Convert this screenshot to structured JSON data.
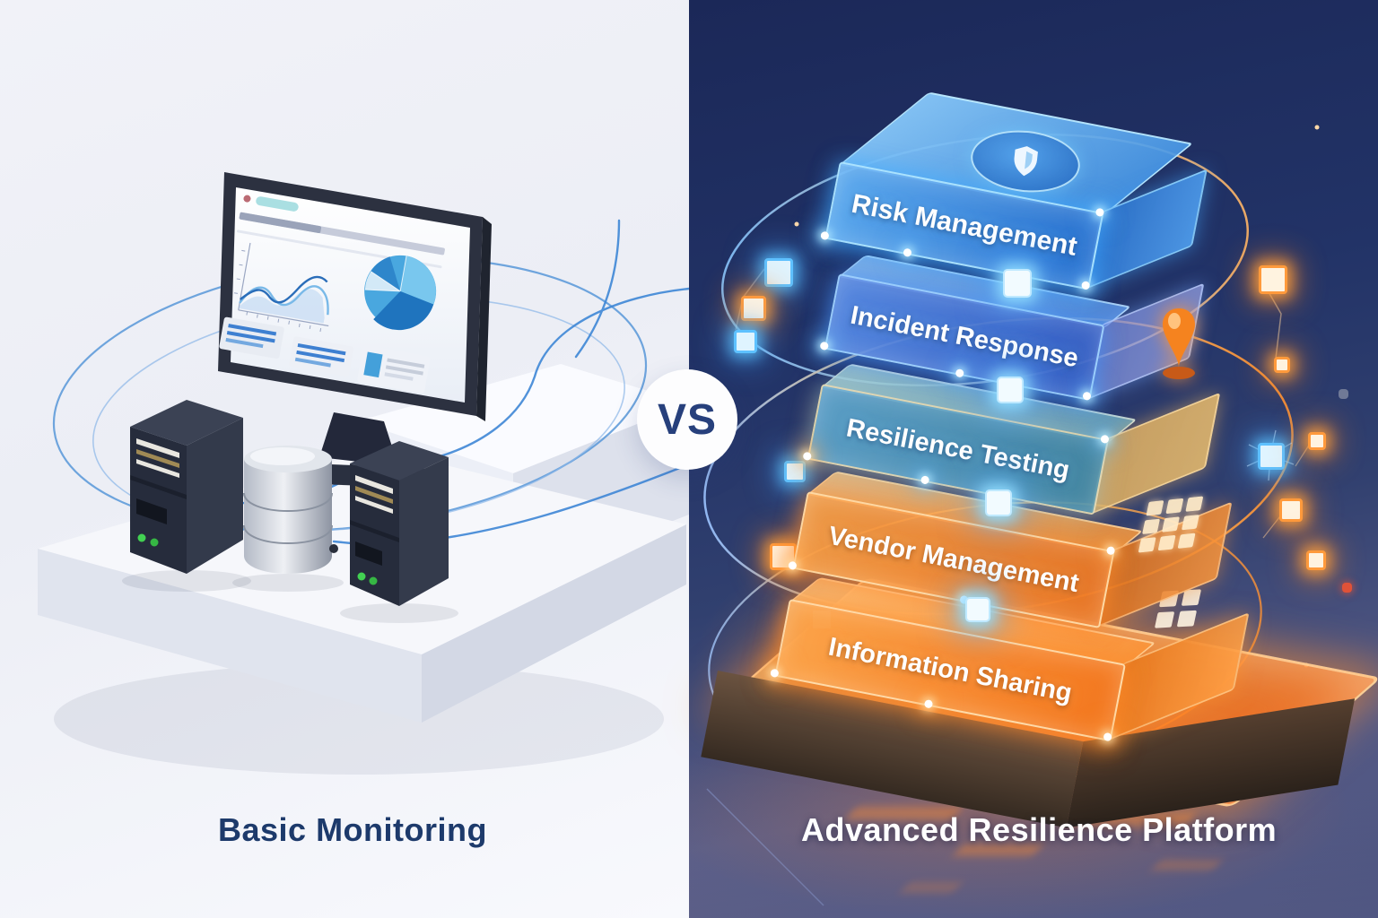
{
  "left": {
    "title": "Basic Monitoring",
    "scene_icons": [
      "monitor-icon",
      "server-icon",
      "database-icon",
      "server-icon"
    ],
    "dashboard_widgets": [
      "line-chart",
      "pie-chart",
      "progress-bar",
      "text-blocks"
    ]
  },
  "vs_label": "VS",
  "right": {
    "title": "Advanced Resilience Platform",
    "layers": [
      {
        "label": "Risk Management",
        "theme": "#3f9bef",
        "icon": "shield-icon"
      },
      {
        "label": "Incident Response",
        "theme": "#4a84e0",
        "icon": "pin-icon"
      },
      {
        "label": "Resilience Testing",
        "theme": "#58a2c6",
        "icon": ""
      },
      {
        "label": "Vendor Management",
        "theme": "#f59038",
        "icon": "grid-icon"
      },
      {
        "label": "Information Sharing",
        "theme": "#fa9a42",
        "icon": "window-icon"
      }
    ]
  },
  "colors": {
    "left_bg": "#eef0f7",
    "right_bg_top": "#1b2858",
    "right_bg_bottom": "#46507e",
    "accent_blue": "#3da0ff",
    "accent_orange": "#ff9a3c",
    "left_title_color": "#1d3a6b",
    "right_title_color": "#ffffff"
  }
}
